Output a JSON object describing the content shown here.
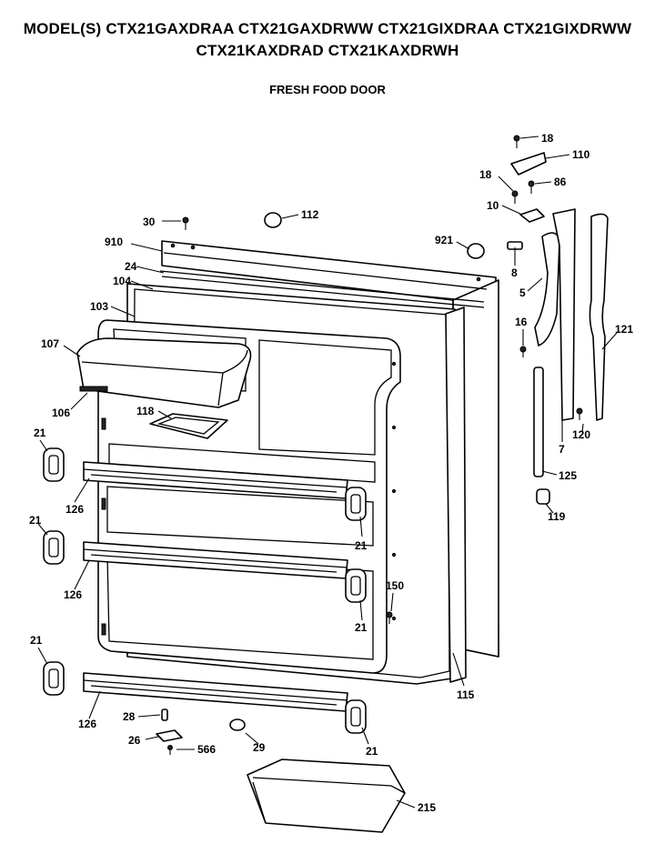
{
  "header": {
    "title_line1": "MODEL(S) CTX21GAXDRAA CTX21GAXDRWW CTX21GIXDRAA CTX21GIXDRWW",
    "title_line2": "CTX21KAXDRAD CTX21KAXDRWH",
    "subtitle": "FRESH FOOD DOOR"
  },
  "callouts": [
    {
      "id": "c18a",
      "label": "18"
    },
    {
      "id": "c110",
      "label": "110"
    },
    {
      "id": "c18b",
      "label": "18"
    },
    {
      "id": "c86",
      "label": "86"
    },
    {
      "id": "c10",
      "label": "10"
    },
    {
      "id": "c30",
      "label": "30"
    },
    {
      "id": "c112",
      "label": "112"
    },
    {
      "id": "c910",
      "label": "910"
    },
    {
      "id": "c921",
      "label": "921"
    },
    {
      "id": "c24",
      "label": "24"
    },
    {
      "id": "c8",
      "label": "8"
    },
    {
      "id": "c104",
      "label": "104"
    },
    {
      "id": "c5",
      "label": "5"
    },
    {
      "id": "c103",
      "label": "103"
    },
    {
      "id": "c16",
      "label": "16"
    },
    {
      "id": "c121",
      "label": "121"
    },
    {
      "id": "c107",
      "label": "107"
    },
    {
      "id": "c106",
      "label": "106"
    },
    {
      "id": "c118",
      "label": "118"
    },
    {
      "id": "c120",
      "label": "120"
    },
    {
      "id": "c7",
      "label": "7"
    },
    {
      "id": "c21a",
      "label": "21"
    },
    {
      "id": "c125",
      "label": "125"
    },
    {
      "id": "c126a",
      "label": "126"
    },
    {
      "id": "c119",
      "label": "119"
    },
    {
      "id": "c21b",
      "label": "21"
    },
    {
      "id": "c21c",
      "label": "21"
    },
    {
      "id": "c126b",
      "label": "126"
    },
    {
      "id": "c150",
      "label": "150"
    },
    {
      "id": "c21d",
      "label": "21"
    },
    {
      "id": "c21e",
      "label": "21"
    },
    {
      "id": "c115",
      "label": "115"
    },
    {
      "id": "c28",
      "label": "28"
    },
    {
      "id": "c126c",
      "label": "126"
    },
    {
      "id": "c26",
      "label": "26"
    },
    {
      "id": "c566",
      "label": "566"
    },
    {
      "id": "c29",
      "label": "29"
    },
    {
      "id": "c21f",
      "label": "21"
    },
    {
      "id": "c215",
      "label": "215"
    }
  ]
}
